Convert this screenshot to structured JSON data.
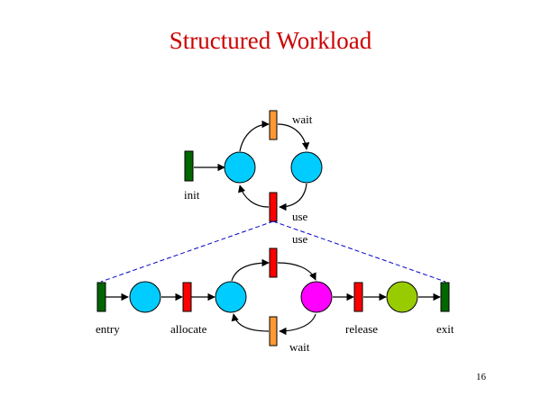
{
  "slide": {
    "title": "Structured Workload",
    "page_number": "16",
    "colors": {
      "title": "#cc0000",
      "place_cyan": "#00ccff",
      "place_magenta": "#ff00ff",
      "place_green": "#99cc00",
      "transition_green": "#006600",
      "transition_orange": "#ff9933",
      "transition_red": "#ff0000",
      "dashed_line": "#0000cc"
    }
  },
  "diagram": {
    "top_net": {
      "labels": {
        "wait": "wait",
        "init": "init",
        "use": "use"
      }
    },
    "bottom_net": {
      "labels": {
        "use": "use",
        "entry": "entry",
        "allocate": "allocate",
        "release": "release",
        "exit": "exit",
        "wait": "wait"
      }
    }
  }
}
